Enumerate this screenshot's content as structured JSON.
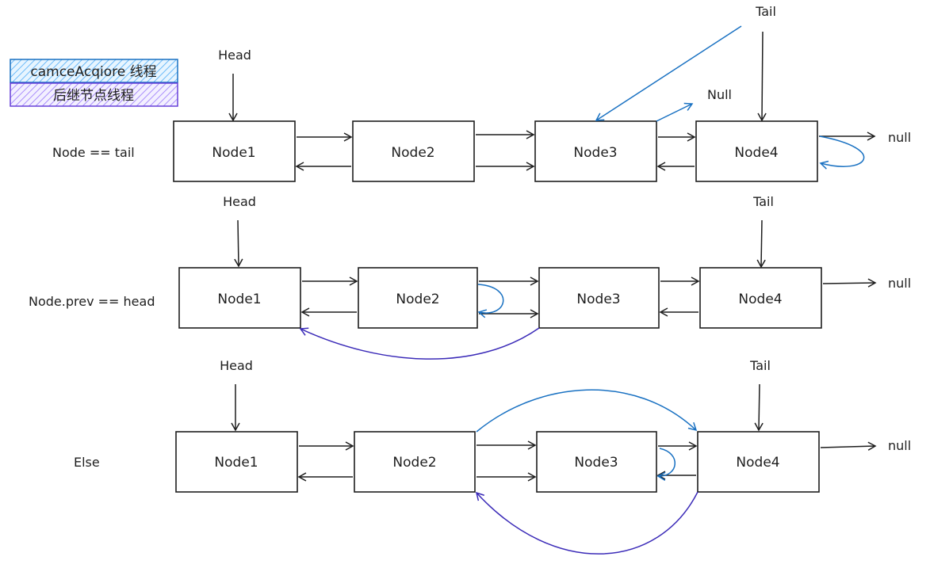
{
  "legend": [
    {
      "label": "camceAcqiore 线程",
      "color": "#1971c2",
      "fill": "#a5d8ff"
    },
    {
      "label": "后继节点线程",
      "color": "#6741d9",
      "fill": "#d0bfff"
    }
  ],
  "rows": [
    {
      "condition": "Node == tail",
      "head_label": "Head",
      "tail_label": "Tail",
      "nodes": [
        "Node1",
        "Node2",
        "Node3",
        "Node4"
      ],
      "end_label": "null",
      "extra_label": "Null"
    },
    {
      "condition": "Node.prev == head",
      "head_label": "Head",
      "tail_label": "Tail",
      "nodes": [
        "Node1",
        "Node2",
        "Node3",
        "Node4"
      ],
      "end_label": "null"
    },
    {
      "condition": "Else",
      "head_label": "Head",
      "tail_label": "Tail",
      "nodes": [
        "Node1",
        "Node2",
        "Node3",
        "Node4"
      ],
      "end_label": "null"
    }
  ]
}
